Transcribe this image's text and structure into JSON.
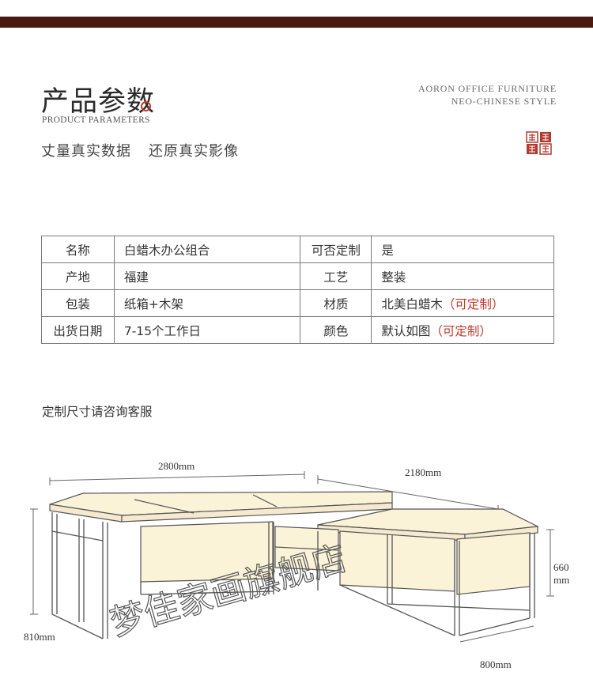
{
  "header": {
    "title": "产品参数",
    "subtitle": "PRODUCT PARAMETERS",
    "brand_line1": "AORON OFFICE FURNITURE",
    "brand_line2": "NEO-CHINESE STYLE",
    "tagline_part1": "丈量真实数据",
    "tagline_part2": "还原真实影像"
  },
  "params": {
    "rows": [
      {
        "k1": "名称",
        "v1": "白蜡木办公组合",
        "k2": "可否定制",
        "v2": "是",
        "v2_note": ""
      },
      {
        "k1": "产地",
        "v1": "福建",
        "k2": "工艺",
        "v2": "整装",
        "v2_note": ""
      },
      {
        "k1": "包装",
        "v1": "纸箱+木架",
        "k2": "材质",
        "v2": "北美白蜡木",
        "v2_note": "（可定制）"
      },
      {
        "k1": "出货日期",
        "v1": "7-15个工作日",
        "k2": "颜色",
        "v2": "默认如图",
        "v2_note": "（可定制）"
      }
    ]
  },
  "custom_note": "定制尺寸请咨询客服",
  "dimensions": {
    "length_main": "2800mm",
    "length_side": "2180mm",
    "height_side_value": "660",
    "height_side_unit": "mm",
    "height_main": "810mm",
    "depth_side": "800mm"
  },
  "watermark": "梦佳家画旗舰店",
  "colors": {
    "top_bar": "#4a1a0e",
    "accent_red": "#c0392b",
    "panel_fill": "#fbf3d8"
  }
}
